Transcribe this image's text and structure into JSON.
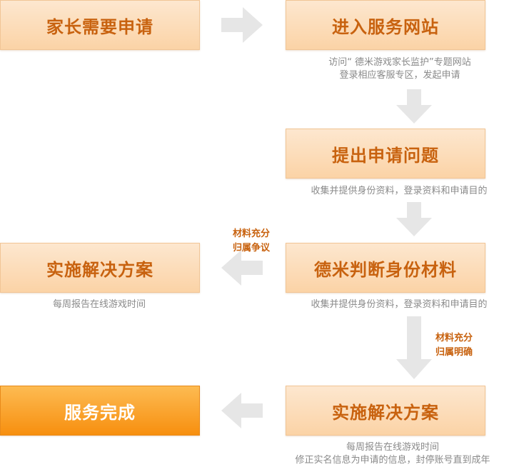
{
  "steps": {
    "parent_apply": "家长需要申请",
    "enter_site": "进入服务网站",
    "submit_question": "提出申请问题",
    "judge_material": "德米判断身份材料",
    "solution_left": "实施解决方案",
    "solution_right": "实施解决方案",
    "service_done": "服务完成"
  },
  "notes": {
    "enter_site_1": "访问“ 德米游戏家长监护”专题网站",
    "enter_site_2": "登录相应客服专区，发起申请",
    "submit_question": "收集并提供身份资料，登录资料和申请目的",
    "judge_material": "收集并提供身份资料，登录资料和申请目的",
    "solution_left": "每周报告在线游戏时间",
    "solution_right_1": "每周报告在线游戏时间",
    "solution_right_2": "修正实名信息为申请的信息，封停账号直到成年"
  },
  "tags": {
    "dispute_1": "材料充分",
    "dispute_2": "归属争议",
    "clear_1": "材料充分",
    "clear_2": "归属明确"
  },
  "colors": {
    "box_text": "#c8620f",
    "arrow": "#e6e6e6",
    "done_box": "#f78f0f"
  }
}
